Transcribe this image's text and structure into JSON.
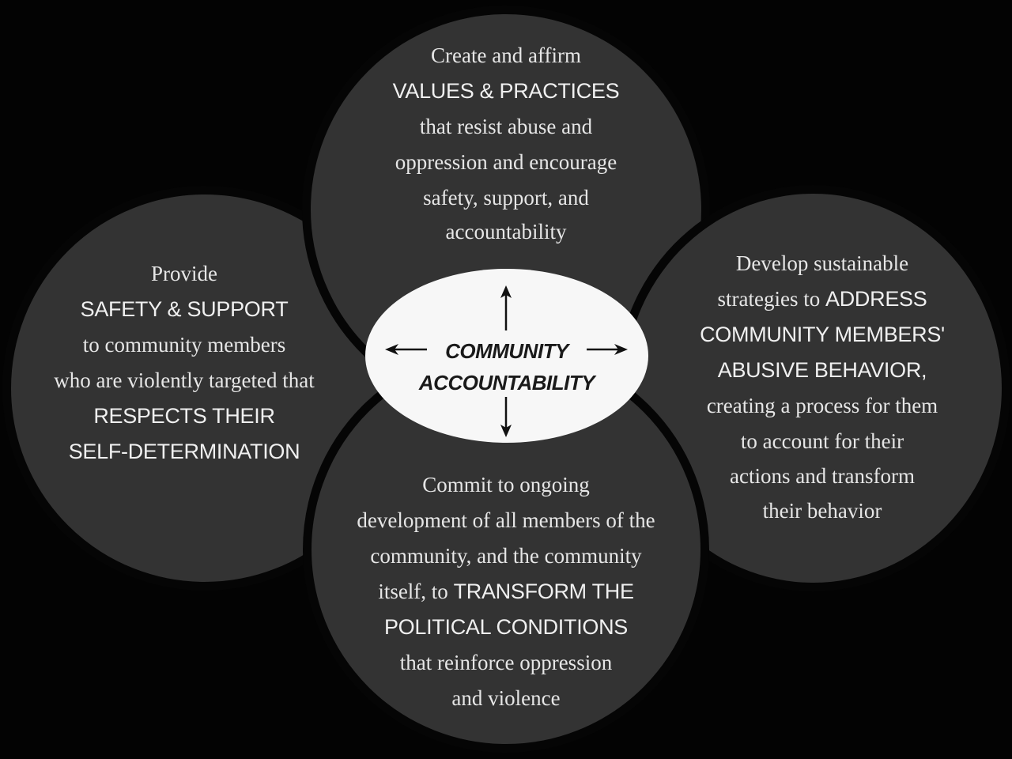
{
  "diagram": {
    "center": {
      "lines": [
        "COMMUNITY",
        "ACCOUNTABILITY"
      ],
      "arrows": [
        "up",
        "down",
        "left",
        "right"
      ]
    },
    "circles": {
      "top": {
        "lines": [
          {
            "text": "Create and affirm",
            "style": "normal"
          },
          {
            "text": "VALUES & PRACTICES",
            "style": "caps"
          },
          {
            "text": "that resist abuse and",
            "style": "normal"
          },
          {
            "text": "oppression and encourage",
            "style": "normal"
          },
          {
            "text": "safety, support, and",
            "style": "normal"
          },
          {
            "text": "accountability",
            "style": "normal"
          }
        ]
      },
      "left": {
        "lines": [
          {
            "text": "Provide",
            "style": "normal"
          },
          {
            "text": "SAFETY & SUPPORT",
            "style": "caps"
          },
          {
            "text": "to community members",
            "style": "normal"
          },
          {
            "text": "who are violently targeted that",
            "style": "normal"
          },
          {
            "text": "RESPECTS THEIR",
            "style": "caps"
          },
          {
            "text": "SELF-DETERMINATION",
            "style": "caps"
          }
        ]
      },
      "right": {
        "lines": [
          {
            "text": "Develop sustainable",
            "style": "normal"
          },
          {
            "prefix": "strategies to ",
            "text": "ADDRESS",
            "style": "mixed"
          },
          {
            "text": "COMMUNITY MEMBERS'",
            "style": "caps"
          },
          {
            "text": "ABUSIVE BEHAVIOR,",
            "style": "caps"
          },
          {
            "text": "creating a process for them",
            "style": "normal"
          },
          {
            "text": "to account for their",
            "style": "normal"
          },
          {
            "text": "actions and transform",
            "style": "normal"
          },
          {
            "text": "their behavior",
            "style": "normal"
          }
        ]
      },
      "bottom": {
        "lines": [
          {
            "text": "Commit to ongoing",
            "style": "normal"
          },
          {
            "text": "development of all members of the",
            "style": "normal"
          },
          {
            "text": "community, and the community",
            "style": "normal"
          },
          {
            "prefix": "itself, to ",
            "text": "TRANSFORM THE",
            "style": "mixed"
          },
          {
            "text": "POLITICAL CONDITIONS",
            "style": "caps"
          },
          {
            "text": "that reinforce oppression",
            "style": "normal"
          },
          {
            "text": "and violence",
            "style": "normal"
          }
        ]
      }
    },
    "colors": {
      "background": "#030303",
      "circle_fill": "#333333",
      "circle_border": "#050505",
      "text": "#e6e6e6",
      "center_fill": "#f7f7f7",
      "center_text": "#1a1a1a"
    }
  }
}
